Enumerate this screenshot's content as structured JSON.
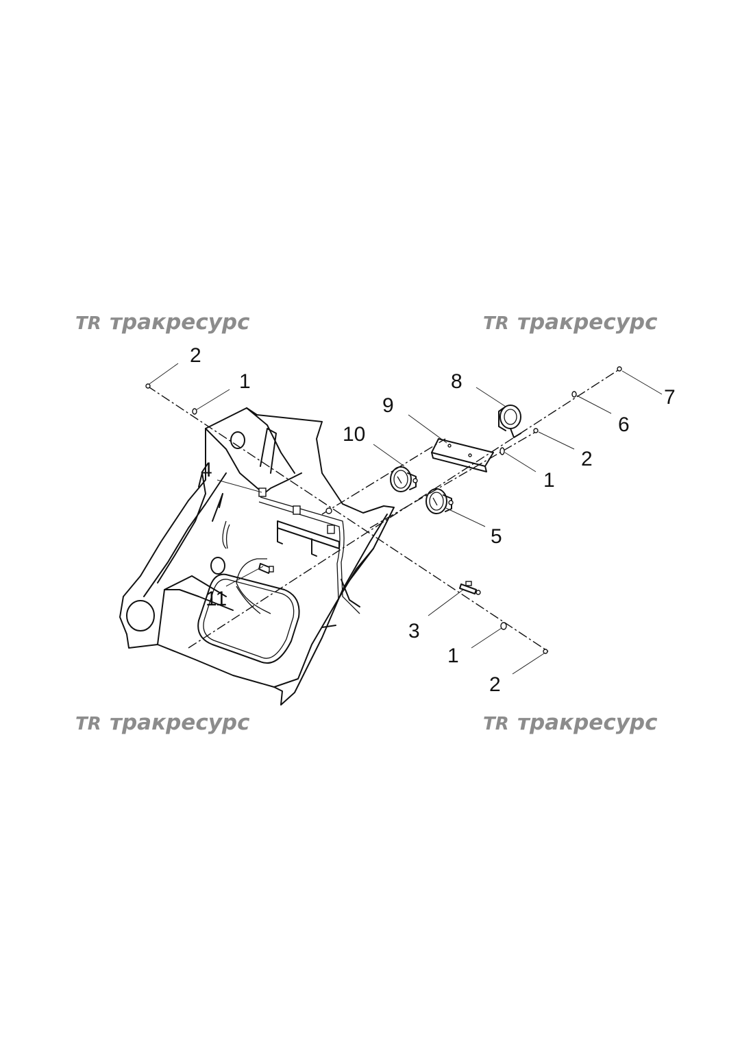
{
  "watermarks": [
    {
      "logo": "TR",
      "text": "тракресурс"
    },
    {
      "logo": "TR",
      "text": "тракресурс"
    },
    {
      "logo": "TR",
      "text": "тракресурс"
    },
    {
      "logo": "TR",
      "text": "тракресурс"
    }
  ],
  "callouts": {
    "c2a": "2",
    "c1a": "1",
    "c8": "8",
    "c9": "9",
    "c7": "7",
    "c10": "10",
    "c6": "6",
    "c2b": "2",
    "c4": "4",
    "c1b": "1",
    "c5": "5",
    "c11": "11",
    "c3": "3",
    "c1c": "1",
    "c2c": "2"
  }
}
